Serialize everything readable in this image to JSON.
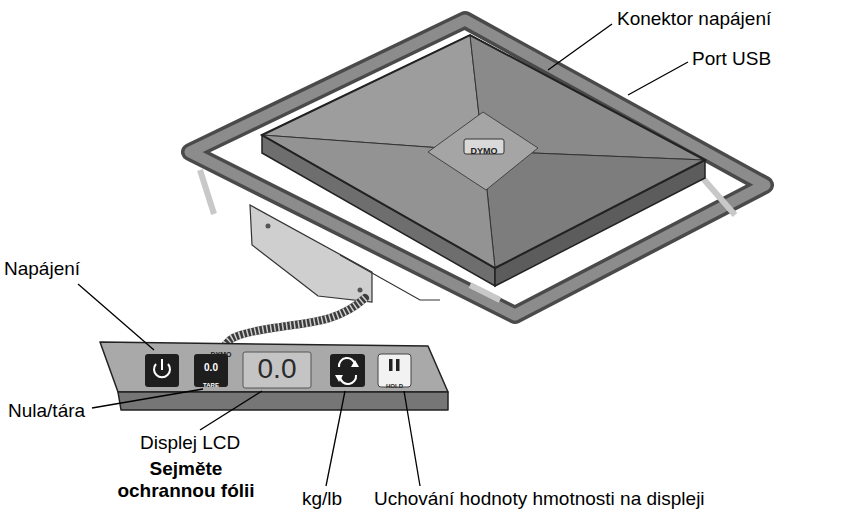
{
  "diagram": {
    "labels": [
      "Konektor napájení",
      "Port USB",
      "DYMO",
      "DYMO",
      "Napájení",
      "0.0",
      "TARE",
      "0.0",
      "HOLD",
      "Nula/tára",
      "Displej LCD",
      "Sejměte ochrannou fólii",
      "kg/lb",
      "Uchování hodnoty hmotnosti na displeji"
    ]
  }
}
